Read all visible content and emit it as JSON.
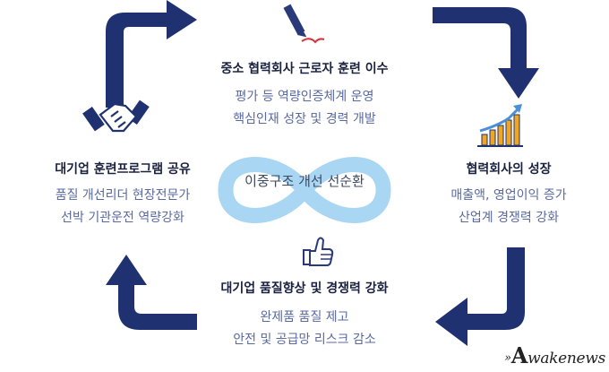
{
  "colors": {
    "arrow": "#1f3170",
    "infinity": "#a9d7f3",
    "title": "#1a2140",
    "desc": "#5a6aa0"
  },
  "center": {
    "label": "이중구조 개선 선순환"
  },
  "top": {
    "title": "중소 협력회사 근로자 훈련 이수",
    "desc1": "평가 등 역량인증체계 운영",
    "desc2": "핵심인재 성장 및 경력 개발",
    "icon": "pencil-icon"
  },
  "right": {
    "title": "협력회사의 성장",
    "desc1": "매출액, 영업이익 증가",
    "desc2": "산업계 경쟁력 강화",
    "icon": "growth-chart-icon"
  },
  "bottom": {
    "title": "대기업 품질향상 및 경쟁력 강화",
    "desc1": "완제품 품질 제고",
    "desc2": "안전 및 공급망 리스크 감소",
    "icon": "thumbs-up-icon"
  },
  "left": {
    "title": "대기업 훈련프로그램 공유",
    "desc1": "품질 개선리더 현장전문가",
    "desc2": "선박 기관운전 역량강화",
    "icon": "handshake-icon"
  },
  "watermark": {
    "text": "wakenews"
  }
}
